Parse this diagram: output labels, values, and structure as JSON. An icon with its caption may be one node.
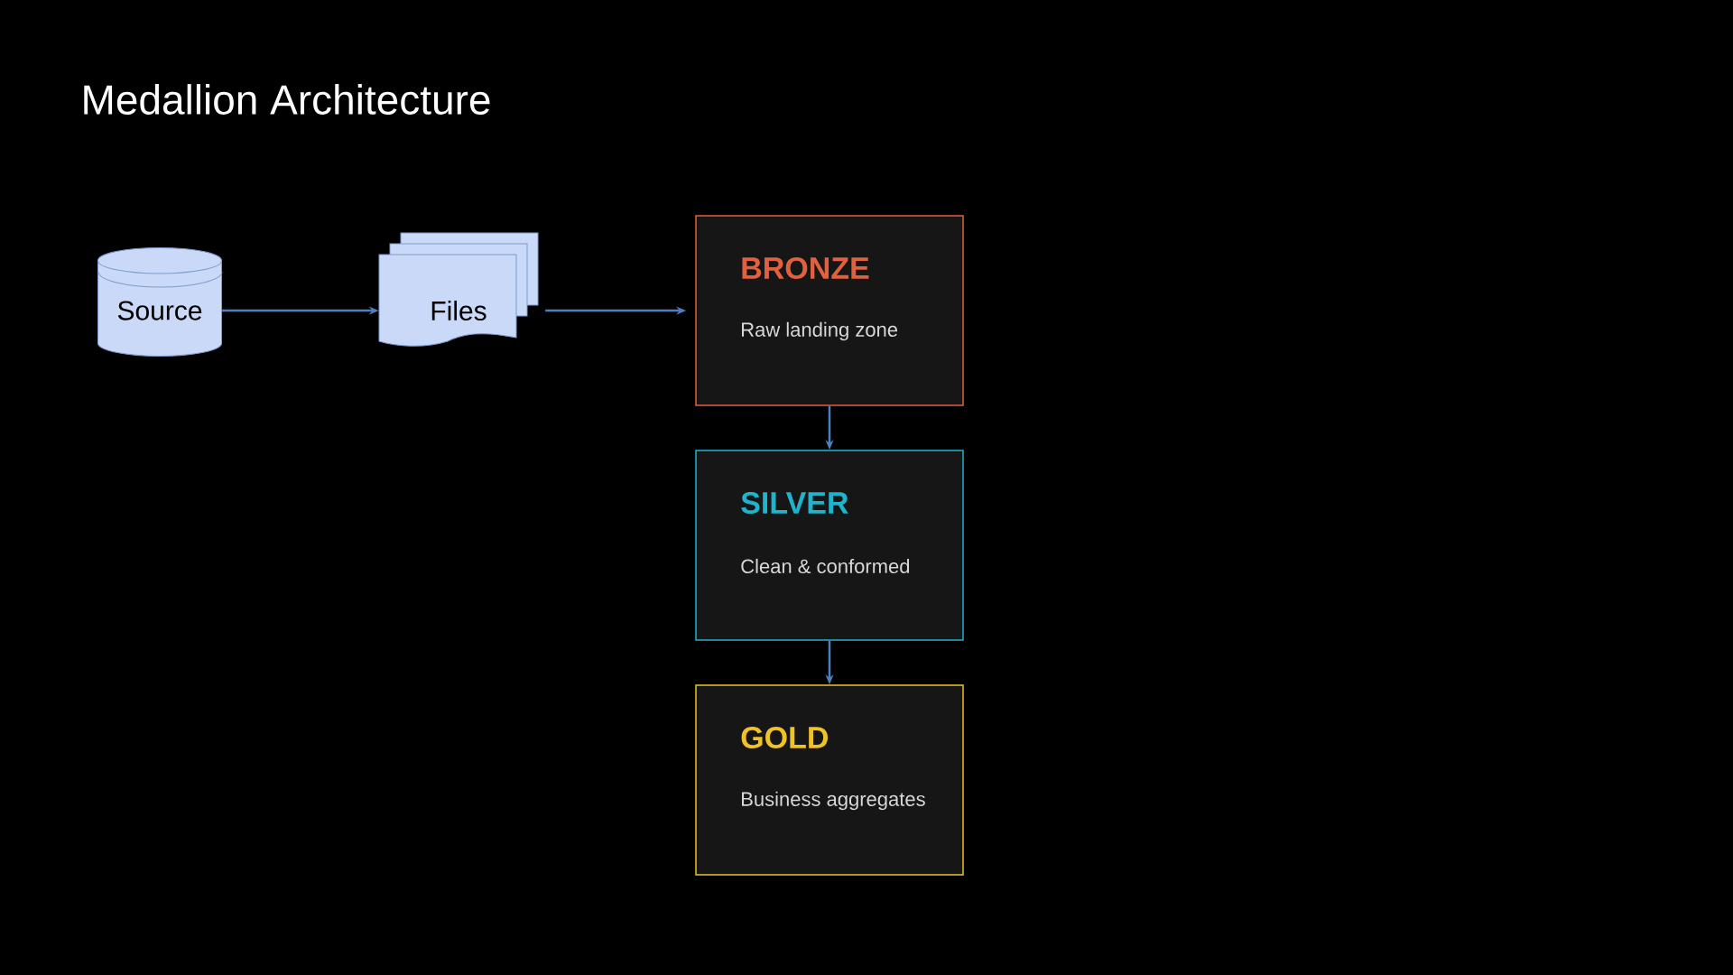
{
  "diagram": {
    "title": "Medallion Architecture",
    "nodes": [
      {
        "text": [
          "Source"
        ]
      },
      {
        "text": [
          "Files"
        ]
      },
      {
        "text": [
          "BRONZE",
          "Raw landing zone"
        ]
      },
      {
        "text": [
          "SILVER",
          "Clean & conformed"
        ]
      },
      {
        "text": [
          "GOLD",
          "Business aggregates"
        ]
      }
    ],
    "edges": [
      {
        "from": 0,
        "to": 1,
        "arrow": "to"
      },
      {
        "from": 1,
        "to": 2,
        "arrow": "to"
      },
      {
        "from": 2,
        "to": 3,
        "arrow": "to"
      },
      {
        "from": 3,
        "to": 4,
        "arrow": "to"
      }
    ]
  }
}
